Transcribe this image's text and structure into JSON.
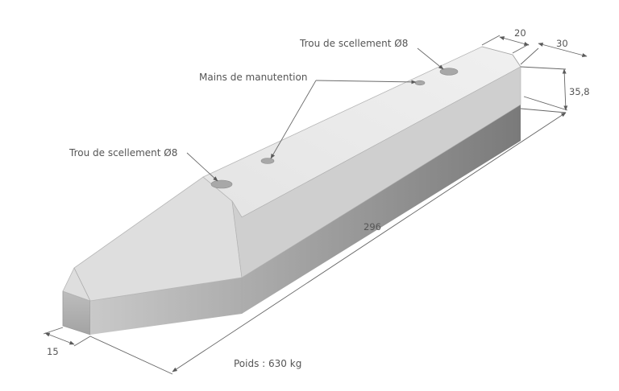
{
  "drawing": {
    "annotations": {
      "hole_top": "Trou de scellement Ø8",
      "handles": "Mains de manutention",
      "hole_left": "Trou de scellement Ø8"
    },
    "dimensions": {
      "top_width": "20",
      "depth": "30",
      "height": "35,8",
      "length": "296",
      "end_width": "15"
    },
    "weight": "Poids : 630 kg",
    "colors": {
      "top_face": "#e8e8e8",
      "front_face": "#b8b8b8",
      "dark_face": "#8f8f8f",
      "text": "#555555"
    }
  }
}
